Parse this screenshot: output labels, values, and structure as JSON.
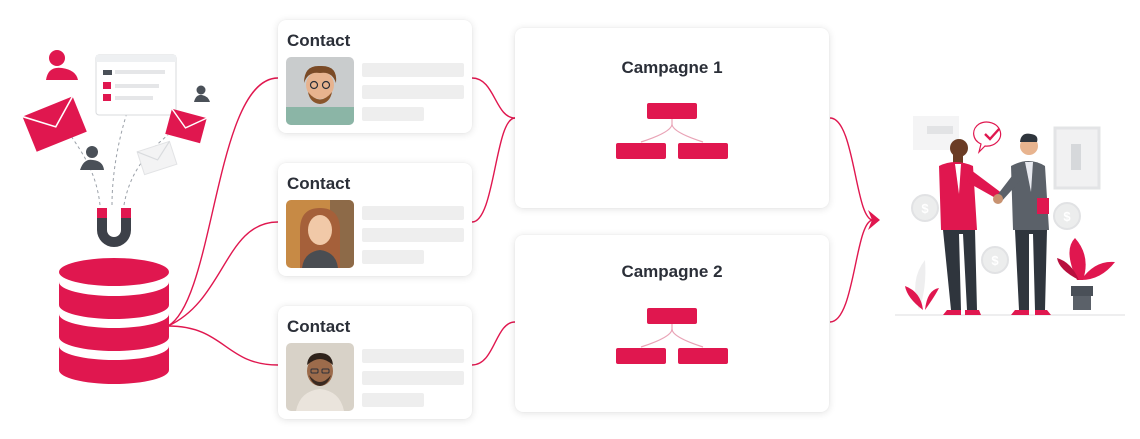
{
  "contacts": [
    {
      "title": "Contact"
    },
    {
      "title": "Contact"
    },
    {
      "title": "Contact"
    }
  ],
  "campaigns": [
    {
      "title": "Campagne 1"
    },
    {
      "title": "Campagne 2"
    }
  ],
  "colors": {
    "accent": "#e0174f",
    "text": "#2b2f38",
    "placeholder": "#eeeeee",
    "icon_gray": "#4a5058"
  },
  "icons": [
    "user-icon",
    "email-icon",
    "magnet-icon",
    "database-icon",
    "arrow-icon",
    "checkmark-icon",
    "dollar-coin-icon"
  ]
}
